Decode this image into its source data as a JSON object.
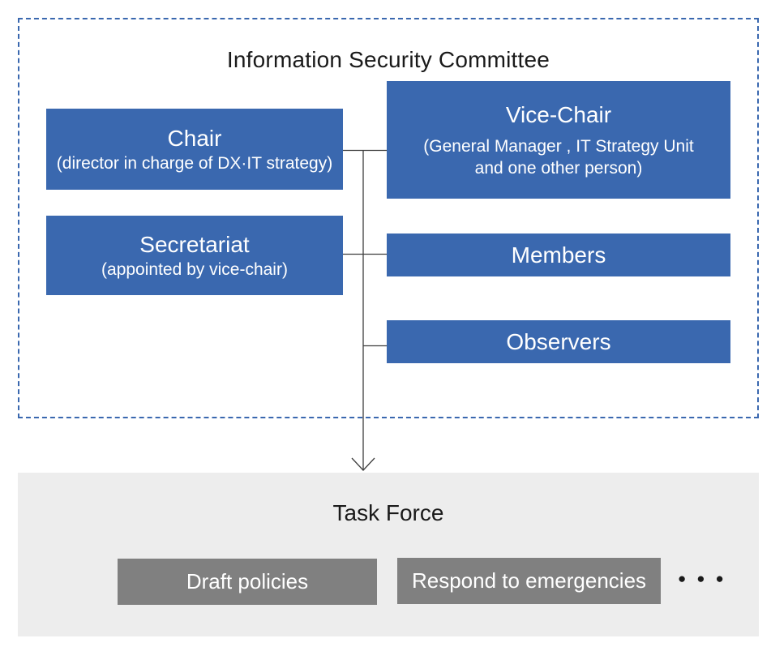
{
  "diagram": {
    "committee": {
      "title": "Information Security Committee",
      "chair": {
        "title": "Chair",
        "subtitle": "(director in charge of DX·IT strategy)"
      },
      "vice_chair": {
        "title": "Vice-Chair",
        "subtitle_line1": "(General Manager , IT Strategy Unit",
        "subtitle_line2": "and one other person)"
      },
      "secretariat": {
        "title": "Secretariat",
        "subtitle": "(appointed by vice-chair)"
      },
      "members": {
        "title": "Members"
      },
      "observers": {
        "title": "Observers"
      }
    },
    "task_force": {
      "title": "Task Force",
      "items": [
        {
          "label": "Draft policies"
        },
        {
          "label": "Respond to emergencies"
        }
      ],
      "ellipsis": "●●●"
    },
    "colors": {
      "box_blue": "#3a68af",
      "box_gray": "#808080",
      "section_background": "#ededed",
      "dashed_border": "#3a68af",
      "connector_line": "#3f3f3f",
      "text_dark": "#1a1a1a",
      "text_white": "#ffffff"
    }
  }
}
